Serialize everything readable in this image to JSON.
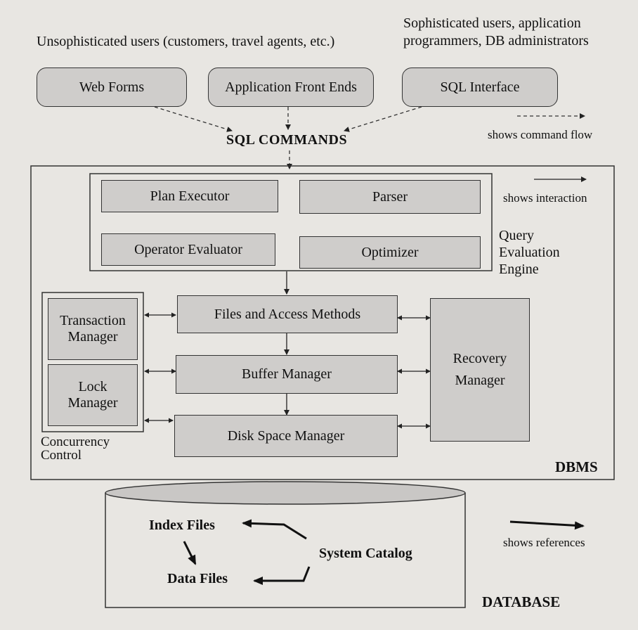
{
  "users": {
    "unsophisticated": "Unsophisticated users (customers, travel agents, etc.)",
    "sophisticated_line1": "Sophisticated users, application",
    "sophisticated_line2": "programmers, DB administrators"
  },
  "interfaces": {
    "web_forms": "Web Forms",
    "app_front_ends": "Application Front Ends",
    "sql_interface": "SQL Interface"
  },
  "sql_commands": "SQL COMMANDS",
  "legend": {
    "command_flow": "shows command flow",
    "interaction": "shows interaction",
    "references": "shows references"
  },
  "query_engine": {
    "plan_executor": "Plan Executor",
    "parser": "Parser",
    "operator_evaluator": "Operator Evaluator",
    "optimizer": "Optimizer",
    "label_line1": "Query",
    "label_line2": "Evaluation",
    "label_line3": "Engine"
  },
  "dbms": {
    "files_access": "Files and Access Methods",
    "buffer_manager": "Buffer Manager",
    "disk_space_manager": "Disk Space Manager",
    "transaction_manager_l1": "Transaction",
    "transaction_manager_l2": "Manager",
    "lock_manager_l1": "Lock",
    "lock_manager_l2": "Manager",
    "concurrency_l1": "Concurrency",
    "concurrency_l2": "Control",
    "recovery_l1": "Recovery",
    "recovery_l2": "Manager",
    "label": "DBMS"
  },
  "database": {
    "index_files": "Index Files",
    "data_files": "Data Files",
    "system_catalog": "System Catalog",
    "label": "DATABASE"
  }
}
